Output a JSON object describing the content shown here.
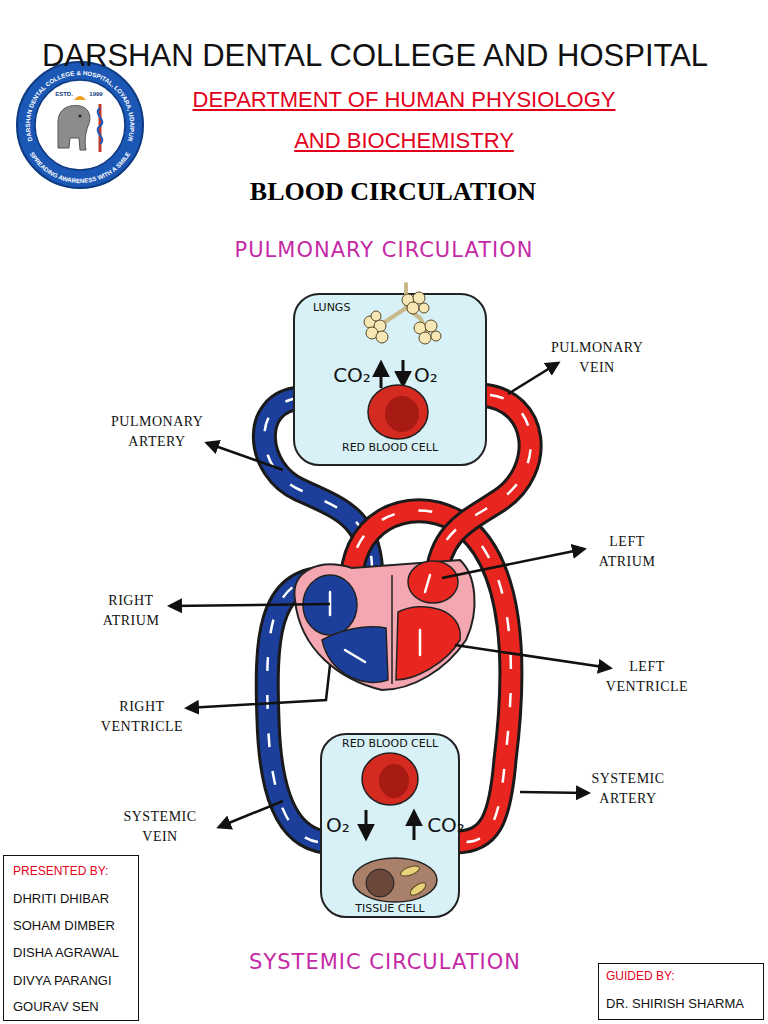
{
  "diagram": {
    "title": "DARSHAN DENTAL COLLEGE AND HOSPITAL",
    "nodes": [
      {
        "text": [
          "LUNGS",
          "RED BLOOD CELL"
        ]
      },
      {
        "text": [
          "RED BLOOD CELL",
          "TISSUE CELL"
        ]
      },
      {
        "text": [
          "PRESENTED BY:",
          "DHRITI DHIBAR",
          "SOHAM DIMBER",
          "DISHA AGRAWAL",
          "DIVYA PARANGI",
          "GOURAV SEN"
        ]
      },
      {
        "text": [
          "GUIDED BY:",
          "DR. SHIRISH SHARMA"
        ]
      }
    ],
    "labels": [
      "DEPARTMENT OF HUMAN PHYSIOLOGY",
      "AND BIOCHEMISTRY",
      "BLOOD CIRCULATION",
      "PULMONARY CIRCULATION",
      "PULMONARY VEIN",
      "PULMONARY ARTERY",
      "CO₂",
      "O₂",
      "LEFT ATRIUM",
      "RIGHT ATRIUM",
      "LEFT VENTRICLE",
      "RIGHT VENTRICLE",
      "SYSTEMIC ARTERY",
      "SYSTEMIC VEIN",
      "O₂",
      "CO₂",
      "SYSTEMIC CIRCULATION",
      "DARSHAN DENTAL COLLEGE & HOSPITAL, LOYARA, UDAIPUR",
      "ESTD.",
      "1999",
      "SPREADING AWARENESS WITH A SMILE"
    ]
  }
}
